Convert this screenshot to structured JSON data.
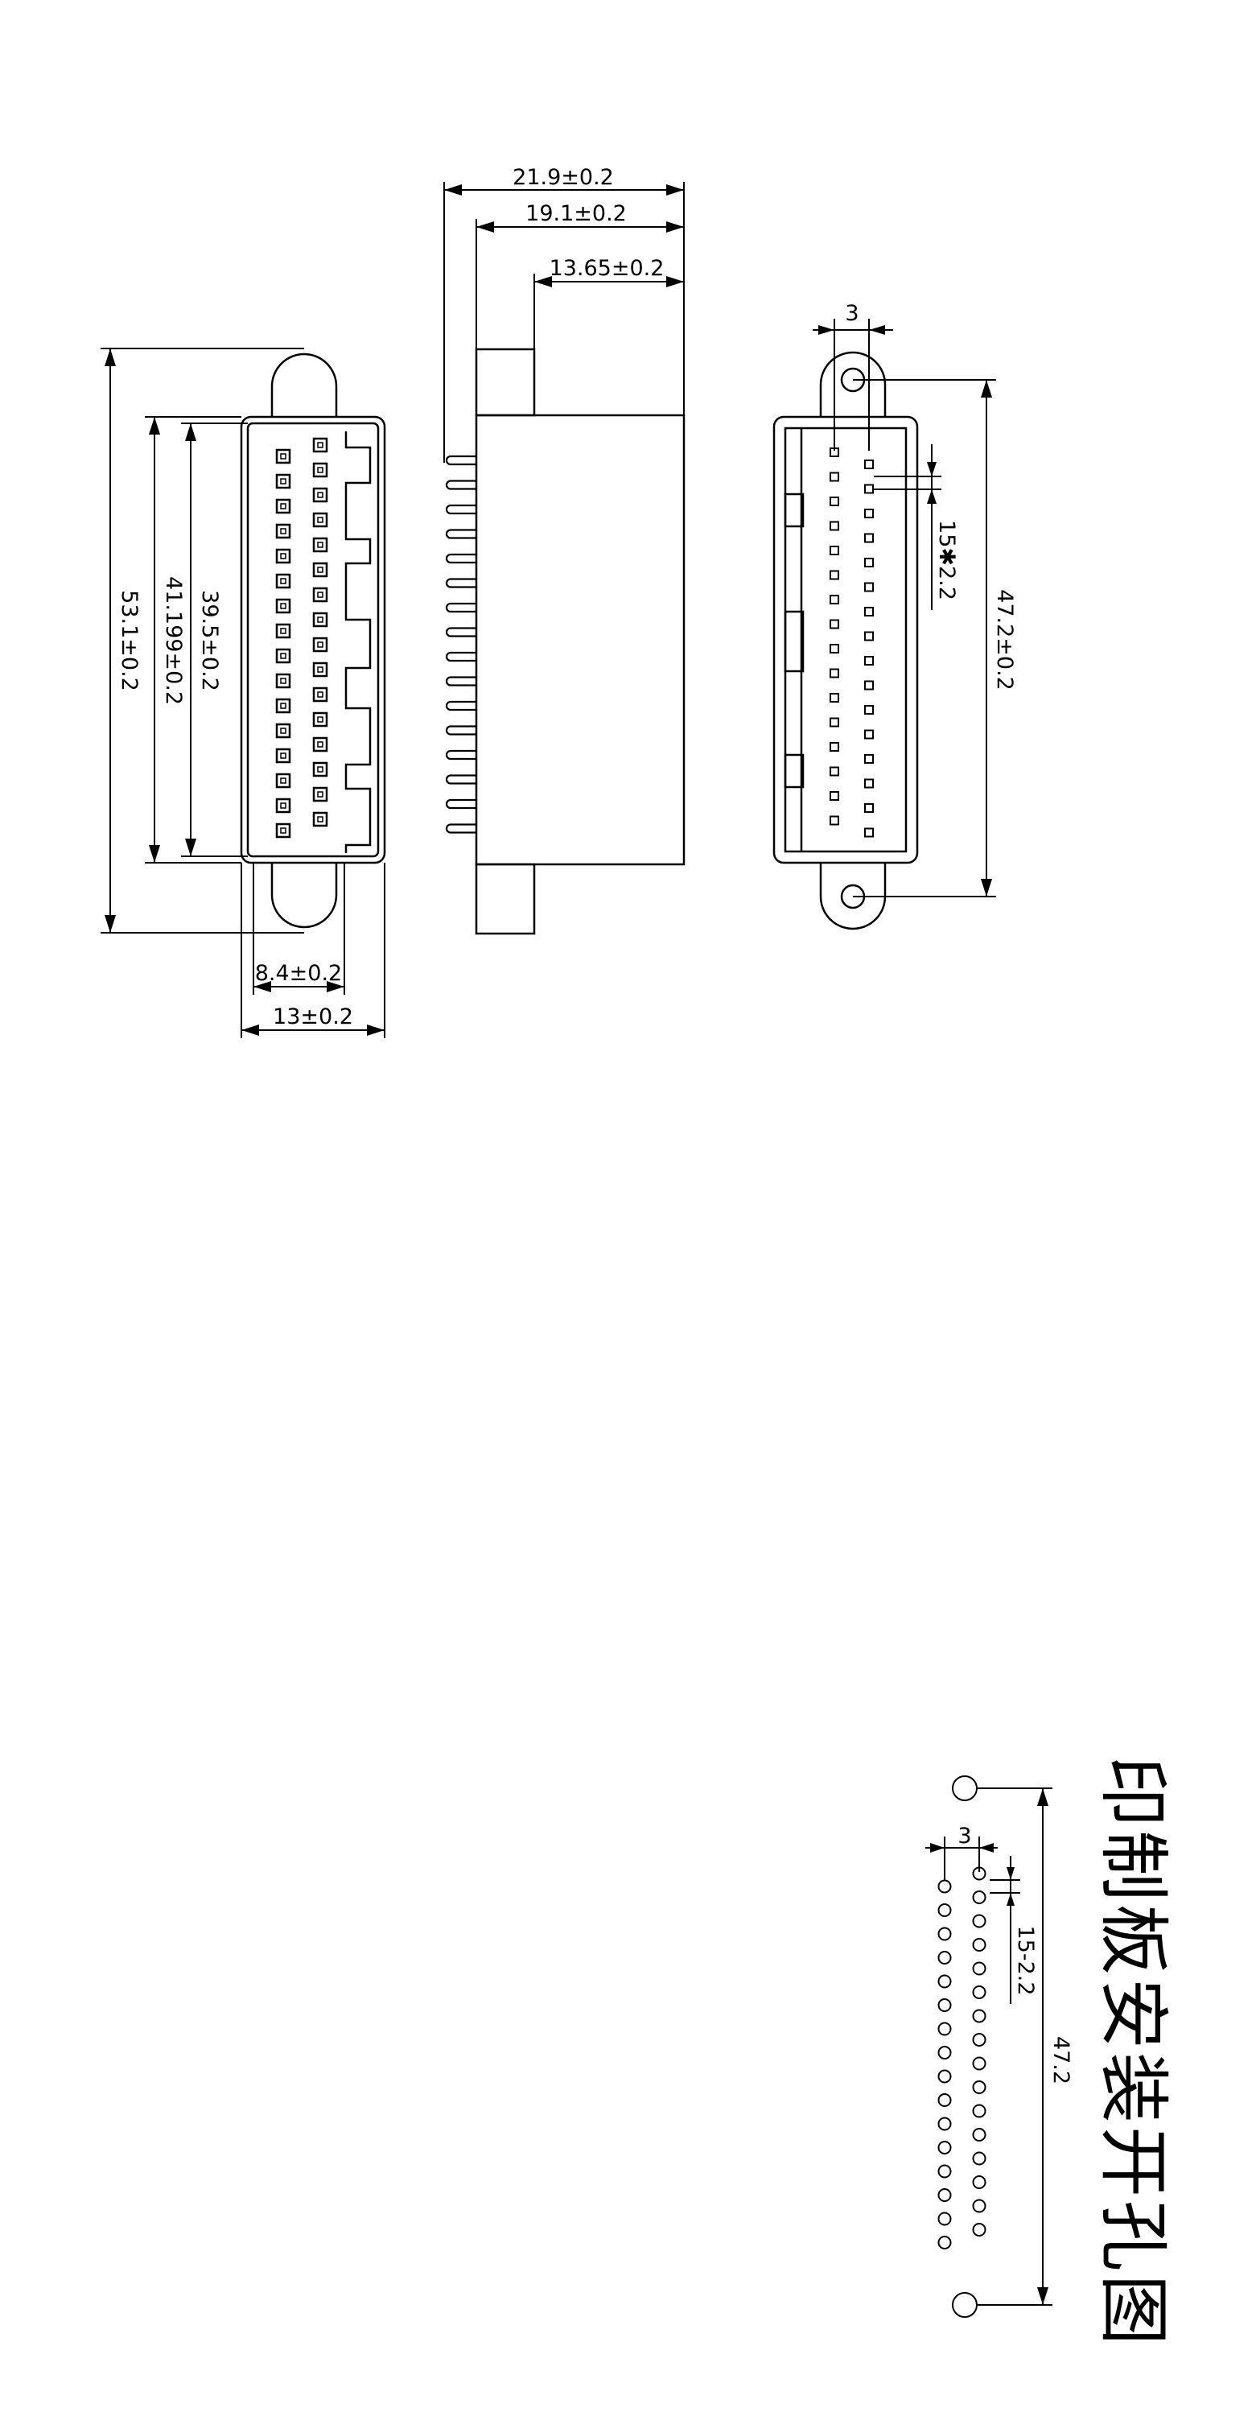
{
  "dimensions": {
    "overall_depth": "21.9±0.2",
    "body_depth": "19.1±0.2",
    "flange_depth": "13.65±0.2",
    "overall_length": "53.1±0.2",
    "shell_length": "41.199±0.2",
    "cavity_length": "39.5±0.2",
    "row_offset": "8.4±0.2",
    "shell_width": "13±0.2",
    "row_spacing": "3",
    "pin_pitch": "15✱2.2",
    "mount_hole_spacing": "47.2±0.2"
  },
  "pcb_layout": {
    "title": "印制板安装开孔图",
    "row_spacing": "3",
    "pin_pitch": "15-2.2",
    "mount_hole_spacing": "47.2"
  },
  "pins": {
    "rows": 2,
    "per_row": 16
  },
  "colors": {
    "line": "#000000",
    "background": "#ffffff"
  }
}
